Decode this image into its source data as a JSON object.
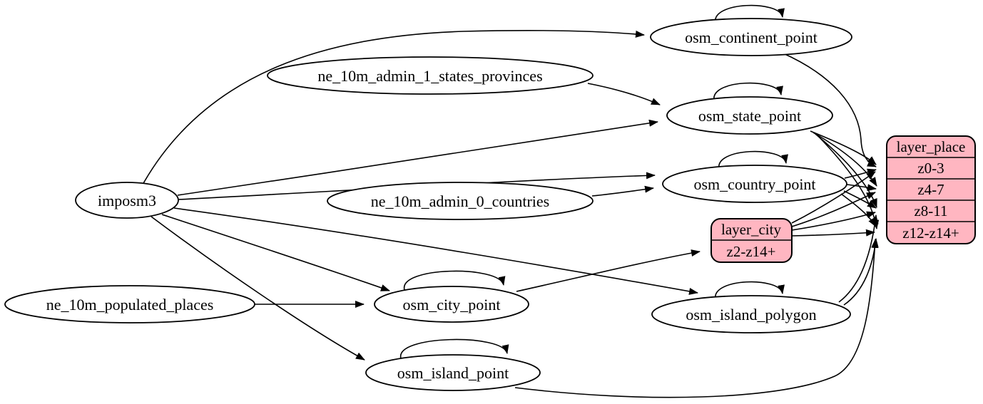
{
  "diagram": {
    "type": "etl-graph",
    "description": "Graphviz-style ETL diagram for the place layer: imposm3 and Natural Earth sources feed OSM tables which feed layer_city and layer_place zoom-level rows",
    "colors": {
      "record_fill": "#ffb6c1",
      "node_fill": "#ffffff",
      "stroke": "#000000",
      "background": "#ffffff"
    },
    "nodes": {
      "imposm3": {
        "label": "imposm3",
        "shape": "ellipse"
      },
      "ne_10m_admin_1_states_provinces": {
        "label": "ne_10m_admin_1_states_provinces",
        "shape": "ellipse"
      },
      "ne_10m_admin_0_countries": {
        "label": "ne_10m_admin_0_countries",
        "shape": "ellipse"
      },
      "ne_10m_populated_places": {
        "label": "ne_10m_populated_places",
        "shape": "ellipse"
      },
      "osm_continent_point": {
        "label": "osm_continent_point",
        "shape": "ellipse",
        "self_loop": true
      },
      "osm_state_point": {
        "label": "osm_state_point",
        "shape": "ellipse",
        "self_loop": true
      },
      "osm_country_point": {
        "label": "osm_country_point",
        "shape": "ellipse",
        "self_loop": true
      },
      "osm_city_point": {
        "label": "osm_city_point",
        "shape": "ellipse",
        "self_loop": true
      },
      "osm_island_polygon": {
        "label": "osm_island_polygon",
        "shape": "ellipse",
        "self_loop": true
      },
      "osm_island_point": {
        "label": "osm_island_point",
        "shape": "ellipse",
        "self_loop": true
      },
      "layer_city": {
        "title": "layer_city",
        "shape": "record",
        "rows": [
          "z2-z14+"
        ]
      },
      "layer_place": {
        "title": "layer_place",
        "shape": "record",
        "rows": [
          "z0-3",
          "z4-7",
          "z8-11",
          "z12-z14+"
        ]
      }
    },
    "edges": [
      {
        "from": "imposm3",
        "to": "osm_continent_point"
      },
      {
        "from": "imposm3",
        "to": "osm_state_point"
      },
      {
        "from": "imposm3",
        "to": "osm_country_point"
      },
      {
        "from": "imposm3",
        "to": "osm_city_point"
      },
      {
        "from": "imposm3",
        "to": "osm_island_polygon"
      },
      {
        "from": "imposm3",
        "to": "osm_island_point"
      },
      {
        "from": "ne_10m_admin_1_states_provinces",
        "to": "osm_state_point"
      },
      {
        "from": "ne_10m_admin_0_countries",
        "to": "osm_country_point"
      },
      {
        "from": "ne_10m_populated_places",
        "to": "osm_city_point"
      },
      {
        "from": "osm_continent_point",
        "to": "osm_continent_point"
      },
      {
        "from": "osm_state_point",
        "to": "osm_state_point"
      },
      {
        "from": "osm_country_point",
        "to": "osm_country_point"
      },
      {
        "from": "osm_city_point",
        "to": "osm_city_point"
      },
      {
        "from": "osm_island_polygon",
        "to": "osm_island_polygon"
      },
      {
        "from": "osm_island_point",
        "to": "osm_island_point"
      },
      {
        "from": "osm_continent_point",
        "to": "layer_place:z0-3"
      },
      {
        "from": "osm_state_point",
        "to": "layer_place:z0-3"
      },
      {
        "from": "osm_state_point",
        "to": "layer_place:z4-7"
      },
      {
        "from": "osm_state_point",
        "to": "layer_place:z8-11"
      },
      {
        "from": "osm_state_point",
        "to": "layer_place:z12-z14+"
      },
      {
        "from": "osm_country_point",
        "to": "layer_place:z0-3"
      },
      {
        "from": "osm_country_point",
        "to": "layer_place:z4-7"
      },
      {
        "from": "osm_country_point",
        "to": "layer_place:z8-11"
      },
      {
        "from": "osm_country_point",
        "to": "layer_place:z12-z14+"
      },
      {
        "from": "osm_city_point",
        "to": "layer_city:z2-z14+"
      },
      {
        "from": "layer_city",
        "to": "layer_place:z0-3"
      },
      {
        "from": "layer_city",
        "to": "layer_place:z4-7"
      },
      {
        "from": "layer_city",
        "to": "layer_place:z8-11"
      },
      {
        "from": "layer_city",
        "to": "layer_place:z12-z14+"
      },
      {
        "from": "osm_island_polygon",
        "to": "layer_place:z8-11"
      },
      {
        "from": "osm_island_polygon",
        "to": "layer_place:z12-z14+"
      },
      {
        "from": "osm_island_point",
        "to": "layer_place:z12-z14+"
      }
    ]
  }
}
